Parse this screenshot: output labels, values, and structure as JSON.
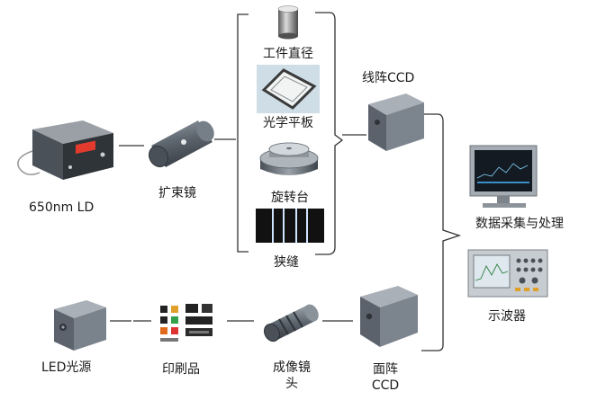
{
  "labels": {
    "workpiece_diameter": "工件直径",
    "optical_flat": "光学平板",
    "rotary_stage": "旋转台",
    "slit": "狭缝",
    "line_ccd": "线阵CCD",
    "laser_diode": "650nm LD",
    "beam_expander": "扩束镜",
    "data_processing": "数据采集与处理",
    "oscilloscope": "示波器",
    "led_source": "LED光源",
    "printed_product": "印刷品",
    "imaging_lens_line1": "成像镜",
    "imaging_lens_line2": "头",
    "area_ccd_line1": "面阵",
    "area_ccd_line2": "CCD"
  },
  "icons": [
    "workpiece-cylinder-icon",
    "optical-flat-icon",
    "rotary-stage-icon",
    "slit-icon",
    "line-ccd-icon",
    "laser-diode-icon",
    "beam-expander-icon",
    "computer-monitor-icon",
    "oscilloscope-icon",
    "led-source-icon",
    "printed-product-icon",
    "imaging-lens-icon",
    "area-ccd-icon"
  ],
  "colors": {
    "line": "#333333",
    "device_gray": "#5f6670",
    "display_red": "#e23b2e"
  }
}
